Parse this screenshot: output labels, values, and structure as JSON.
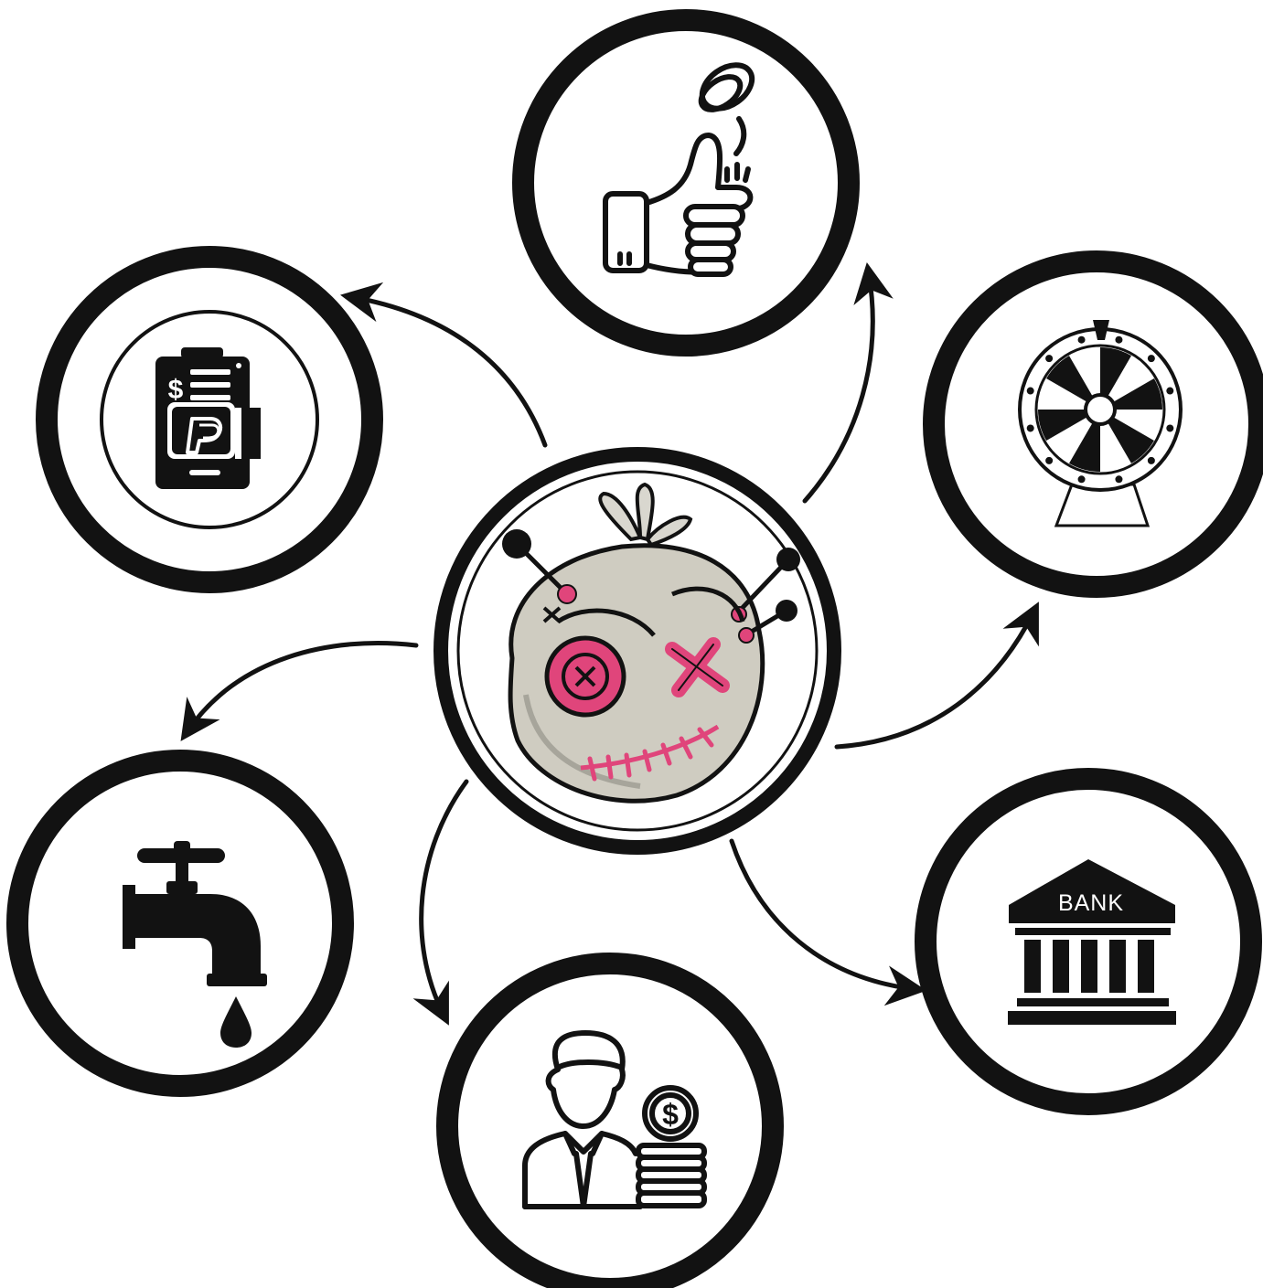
{
  "colors": {
    "ink": "#121212",
    "accent_pink": "#e0457b",
    "doll_fabric": "#cfccc1",
    "background": "#ffffff"
  },
  "center": {
    "icon": "voodoo-doll-icon"
  },
  "nodes": [
    {
      "id": "coin-flip",
      "icon": "coin-flip-hand-icon"
    },
    {
      "id": "prize-wheel",
      "icon": "prize-wheel-icon"
    },
    {
      "id": "bank",
      "icon": "bank-building-icon",
      "label": "BANK"
    },
    {
      "id": "cash-payout",
      "icon": "businessman-coins-icon"
    },
    {
      "id": "faucet",
      "icon": "dripping-faucet-icon"
    },
    {
      "id": "mobile-payment",
      "icon": "paypal-phone-icon"
    }
  ]
}
